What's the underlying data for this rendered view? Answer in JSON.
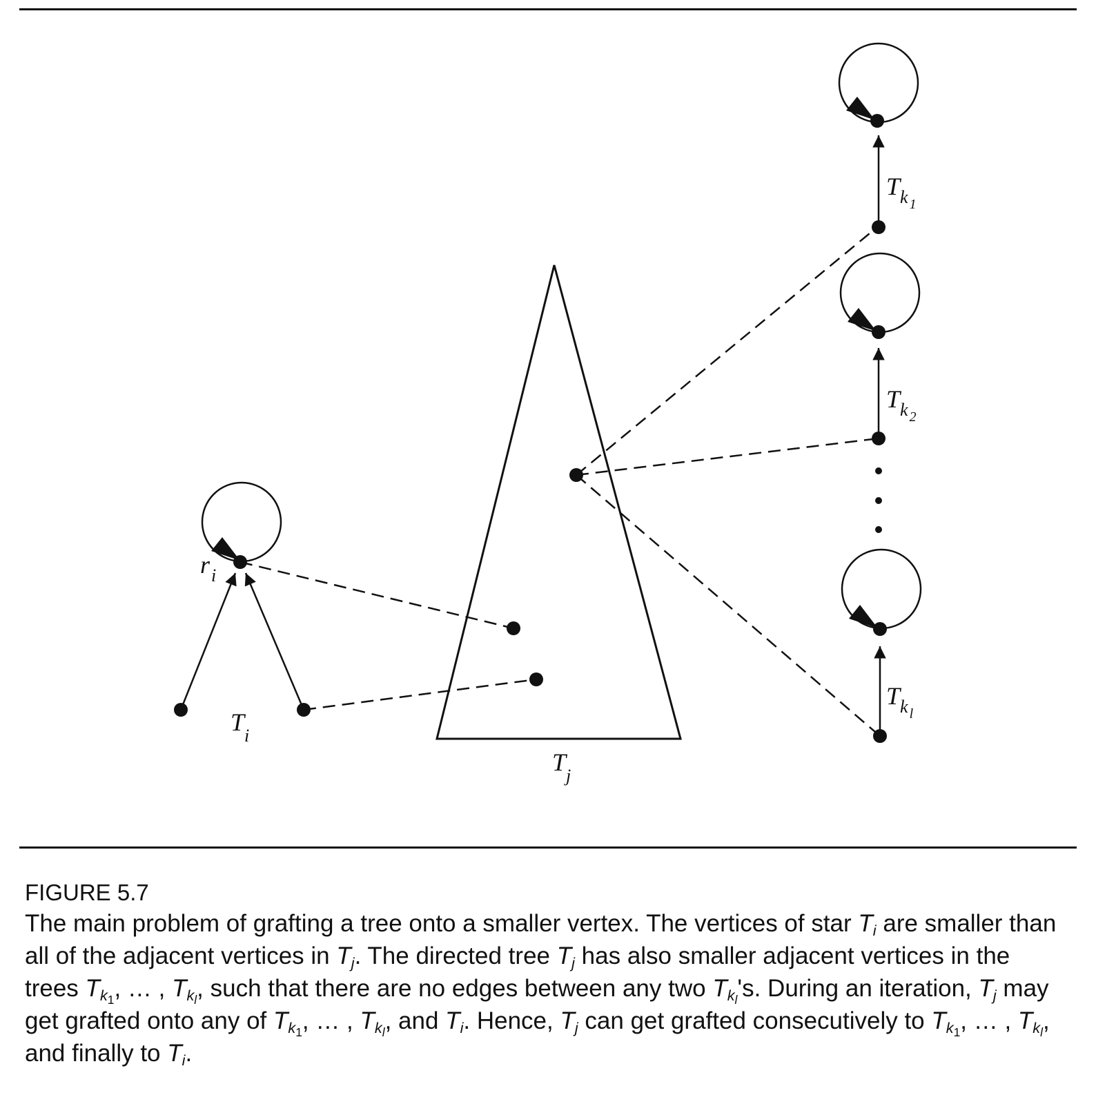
{
  "figure": {
    "number_label": "FIGURE 5.7",
    "caption": {
      "p1": "The main problem of grafting a tree onto a smaller vertex. The vertices of star ",
      "p2": " are smaller than all of the adjacent vertices in ",
      "p3": ". The directed tree ",
      "p4": " has also smaller adjacent vertices in the trees ",
      "p5": ", such that there are no edges between any two ",
      "p6": "'s. During an iteration, ",
      "p7": " may get grafted onto any of ",
      "p8": ", and ",
      "p9": ". Hence, ",
      "p10": " can get grafted consecutively to ",
      "p11": ", and finally to ",
      "p12": ".",
      "sep": ", … , ",
      "sym_T": "T",
      "sub_i": "i",
      "sub_j": "j",
      "sub_k": "k",
      "sub_1": "1",
      "sub_l": "l"
    }
  },
  "diagram": {
    "labels": {
      "T": "T",
      "r": "r",
      "i": "i",
      "j": "j",
      "k": "k",
      "one": "1",
      "two": "2",
      "l": "l"
    },
    "ellipsis_dots": 3
  }
}
